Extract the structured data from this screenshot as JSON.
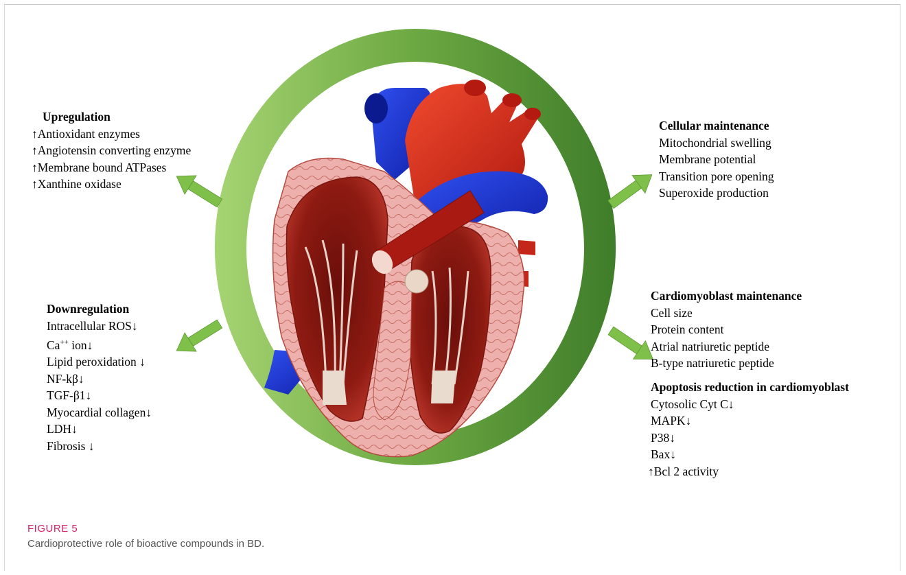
{
  "figure": {
    "label": "FIGURE 5",
    "caption": "Cardioprotective role of bioactive compounds in BD."
  },
  "colors": {
    "ring_light": "#9fcd6b",
    "ring_dark": "#4f8a2f",
    "arrow": "#7fc04a",
    "label": "#d2226a",
    "artery_red": "#d8281a",
    "vein_blue": "#1a2fd0",
    "myocardium": "#e9a3a0"
  },
  "panels": {
    "upregulation": {
      "heading": "Upregulation",
      "items": [
        "Antioxidant enzymes",
        "Angiotensin converting enzyme",
        "Membrane bound ATPases",
        "Xanthine oxidase"
      ]
    },
    "downregulation": {
      "heading": "Downregulation",
      "items": [
        "Intracellular ROS",
        "Ca",
        "Lipid peroxidation",
        "NF-kβ",
        "TGF-β1",
        "Myocardial collagen",
        "LDH",
        "Fibrosis"
      ],
      "ca_superscript": "++",
      "ca_suffix": " ion"
    },
    "cellular": {
      "heading": "Cellular maintenance",
      "items": [
        "Mitochondrial swelling",
        "Membrane potential",
        "Transition pore opening",
        "Superoxide production"
      ]
    },
    "cardiomyoblast": {
      "heading": "Cardiomyoblast maintenance",
      "items": [
        "Cell size",
        "Protein content",
        "Atrial natriuretic peptide",
        "B-type natriuretic peptide"
      ]
    },
    "apoptosis": {
      "heading": "Apoptosis reduction in cardiomyoblast",
      "items": [
        "Cytosolic Cyt C",
        "MAPK",
        "P38",
        "Bax",
        "Bcl 2 activity"
      ]
    }
  },
  "icons": {
    "up": "↑",
    "down": "↓",
    "diagram": "heart-anatomy-illustration"
  }
}
